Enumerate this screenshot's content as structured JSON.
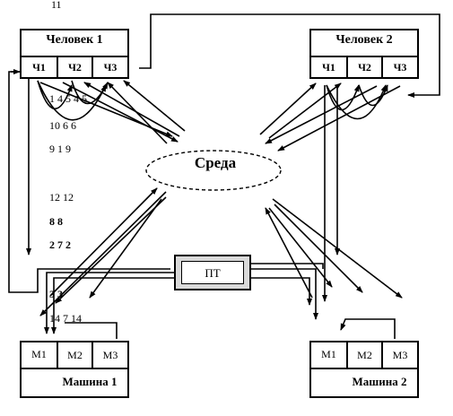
{
  "top_number": "11",
  "human1": {
    "title": "Человек 1",
    "cells": [
      "Ч1",
      "Ч2",
      "Ч3"
    ]
  },
  "human2": {
    "title": "Человек 2",
    "cells": [
      "Ч1",
      "Ч2",
      "Ч3"
    ]
  },
  "environment": {
    "label": "Среда"
  },
  "terminal": {
    "label": "ПТ"
  },
  "machine1": {
    "title": "Машина 1",
    "cells": [
      "М1",
      "М2",
      "М3"
    ]
  },
  "machine2": {
    "title": "Машина 2",
    "cells": [
      "М1",
      "М2",
      "М3"
    ]
  },
  "flow_numbers": [
    "1 4 5 4 5",
    "10 6 6",
    "9 1 9",
    "12 12",
    "8 8",
    "2 7 2",
    "3 3",
    "14 7 14"
  ]
}
